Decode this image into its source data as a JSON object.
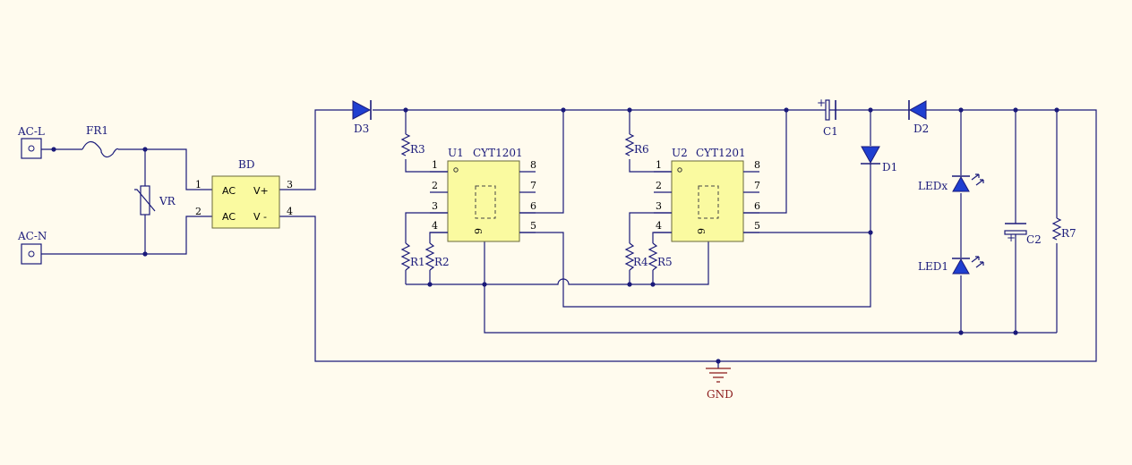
{
  "schematic": {
    "terminals": {
      "acl": "AC-L",
      "acn": "AC-N"
    },
    "fuse": "FR1",
    "varistor": "VR",
    "bridge": {
      "name": "BD",
      "ac1": "AC",
      "ac2": "AC",
      "vplus": "V+",
      "vminus": "V -",
      "pin1": "1",
      "pin2": "2",
      "pin3": "3",
      "pin4": "4"
    },
    "diodes": {
      "d1": "D1",
      "d2": "D2",
      "d3": "D3"
    },
    "resistors": {
      "r1": "R1",
      "r2": "R2",
      "r3": "R3",
      "r4": "R4",
      "r5": "R5",
      "r6": "R6",
      "r7": "R7"
    },
    "ics": [
      {
        "ref": "U1",
        "part": "CYT1201",
        "pins": [
          "1",
          "2",
          "3",
          "4",
          "5",
          "6",
          "7",
          "8",
          "9"
        ]
      },
      {
        "ref": "U2",
        "part": "CYT1201",
        "pins": [
          "1",
          "2",
          "3",
          "4",
          "5",
          "6",
          "7",
          "8",
          "9"
        ]
      }
    ],
    "capacitors": {
      "c1": "C1",
      "c2": "C2",
      "plus": "+"
    },
    "leds": {
      "ledx": "LEDx",
      "led1": "LED1"
    },
    "ground": "GND"
  }
}
